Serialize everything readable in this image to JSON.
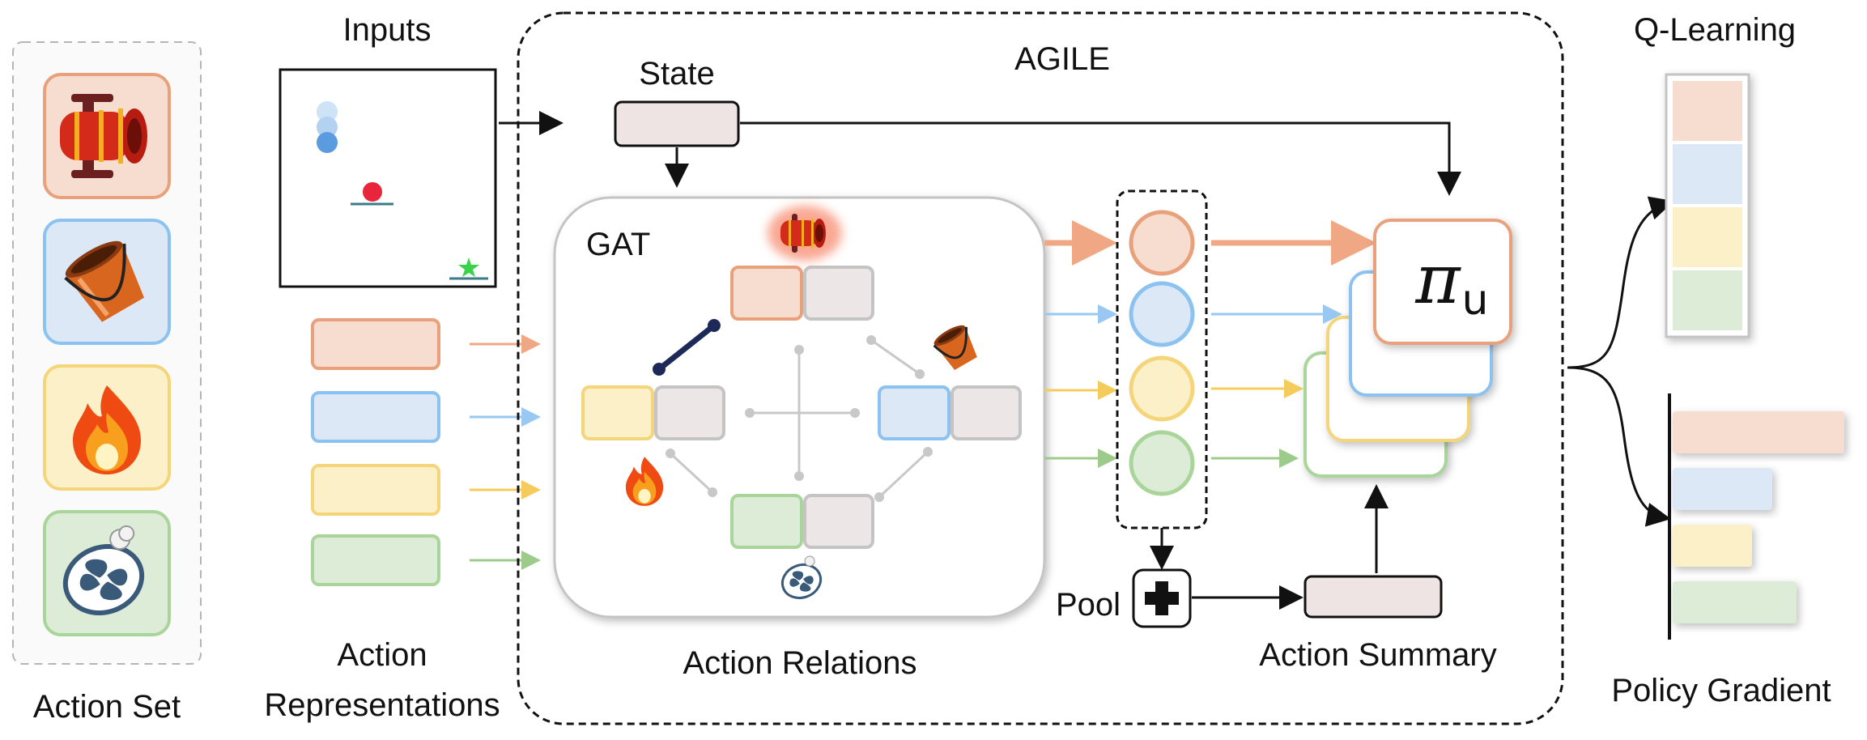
{
  "labels": {
    "inputs": "Inputs",
    "agile": "AGILE",
    "state": "State",
    "gat": "GAT",
    "q_learning": "Q-Learning",
    "policy_gradient": "Policy Gradient",
    "action_set": "Action Set",
    "action_representations_line1": "Action",
    "action_representations_line2": "Representations",
    "action_relations": "Action Relations",
    "pool": "Pool",
    "action_summary": "Action Summary",
    "pi_symbol": "π",
    "pi_subscript": "u"
  },
  "actions": [
    {
      "icon": "cannon-icon",
      "fill": "#f6ddd0",
      "stroke": "#e9a17c",
      "line": "#f0a784"
    },
    {
      "icon": "bucket-icon",
      "fill": "#dce8f5",
      "stroke": "#8cc2f0",
      "line": "#99c9f2"
    },
    {
      "icon": "fire-icon",
      "fill": "#fcf0c8",
      "stroke": "#f4d57a",
      "line": "#f5cc5c"
    },
    {
      "icon": "fan-icon",
      "fill": "#dcecd6",
      "stroke": "#a9d49a",
      "line": "#9dcb8b"
    }
  ],
  "colors": {
    "state_fill": "#efe4e4",
    "gray_box": "#ece6e6",
    "edge_highlight": "#1d2a57",
    "edge_gray": "#c8c8c8",
    "arrow": "#111111"
  },
  "policy_gradient_bars": [
    1.0,
    0.58,
    0.46,
    0.72
  ]
}
